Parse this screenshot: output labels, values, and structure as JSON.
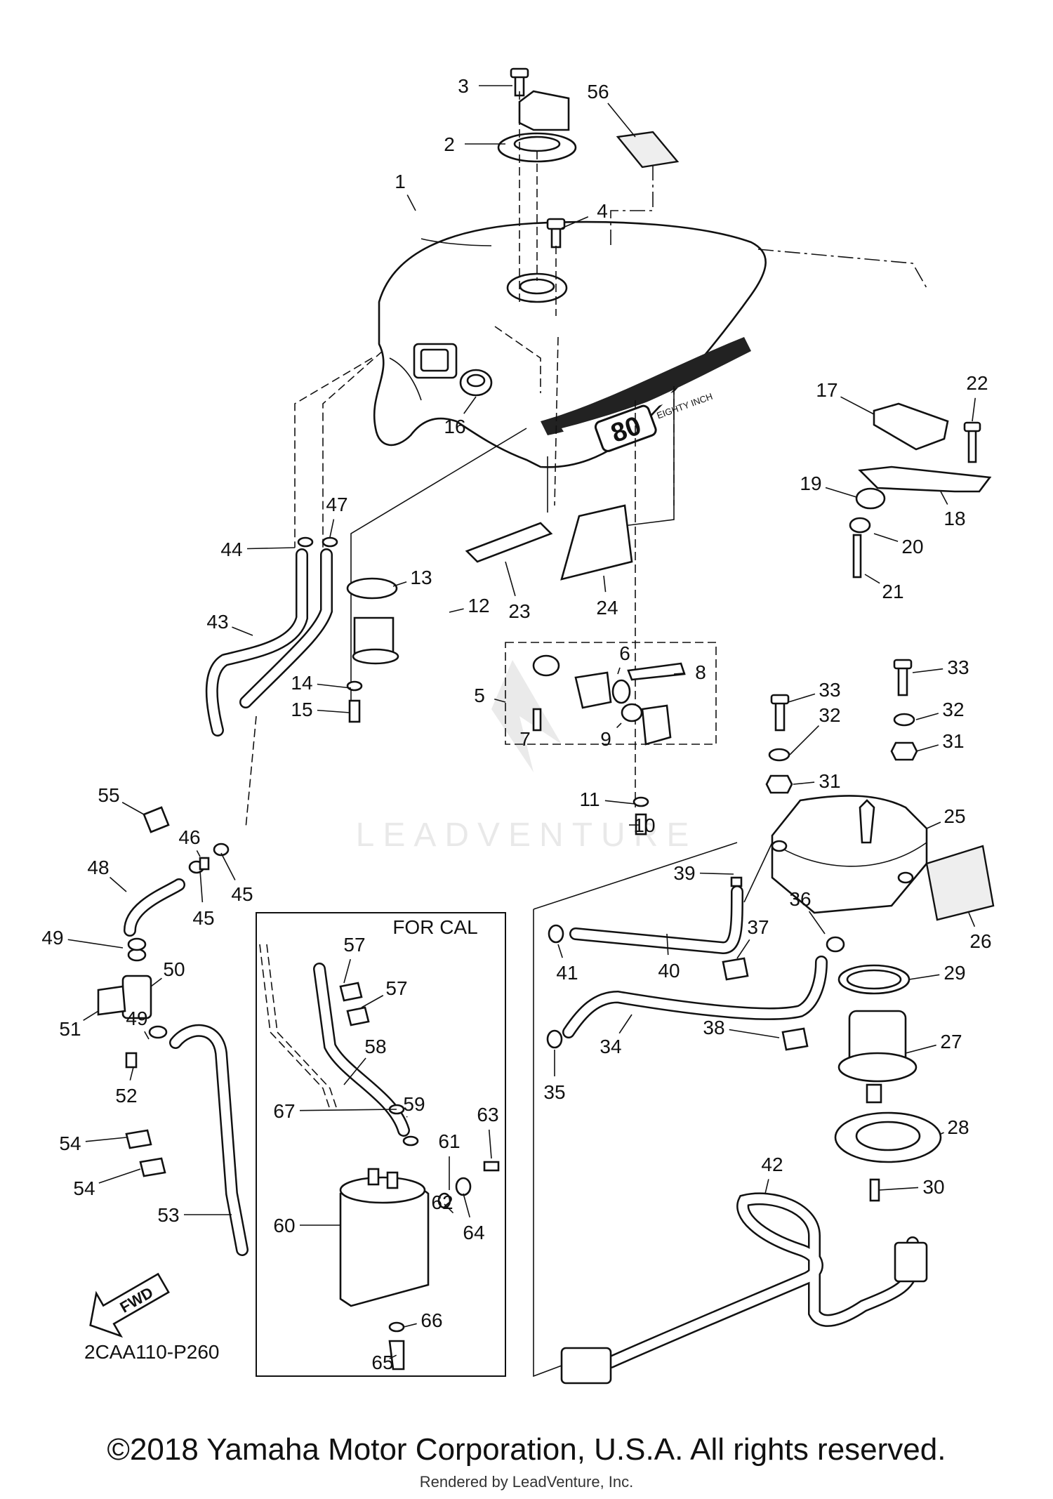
{
  "diagram": {
    "box_title": "FOR CAL",
    "code": "2CAA110-P260",
    "fwd": "FWD",
    "watermark": "LEADVENTURE",
    "tank_badge_number": "80",
    "tank_badge_text": "EIGHTY INCH",
    "labels": [
      "1",
      "2",
      "3",
      "4",
      "5",
      "6",
      "7",
      "8",
      "9",
      "10",
      "11",
      "12",
      "13",
      "14",
      "15",
      "16",
      "17",
      "18",
      "19",
      "20",
      "21",
      "22",
      "23",
      "24",
      "25",
      "26",
      "27",
      "28",
      "29",
      "30",
      "31",
      "31",
      "32",
      "32",
      "33",
      "33",
      "34",
      "35",
      "36",
      "37",
      "38",
      "39",
      "40",
      "41",
      "42",
      "43",
      "44",
      "45",
      "45",
      "46",
      "47",
      "48",
      "49",
      "49",
      "50",
      "51",
      "52",
      "53",
      "54",
      "54",
      "55",
      "56",
      "57",
      "57",
      "58",
      "59",
      "60",
      "61",
      "62",
      "63",
      "64",
      "65",
      "66",
      "67"
    ]
  },
  "footer": {
    "copyright": "©2018 Yamaha Motor Corporation, U.S.A. All rights reserved.",
    "rendered_by": "Rendered by LeadVenture, Inc."
  }
}
